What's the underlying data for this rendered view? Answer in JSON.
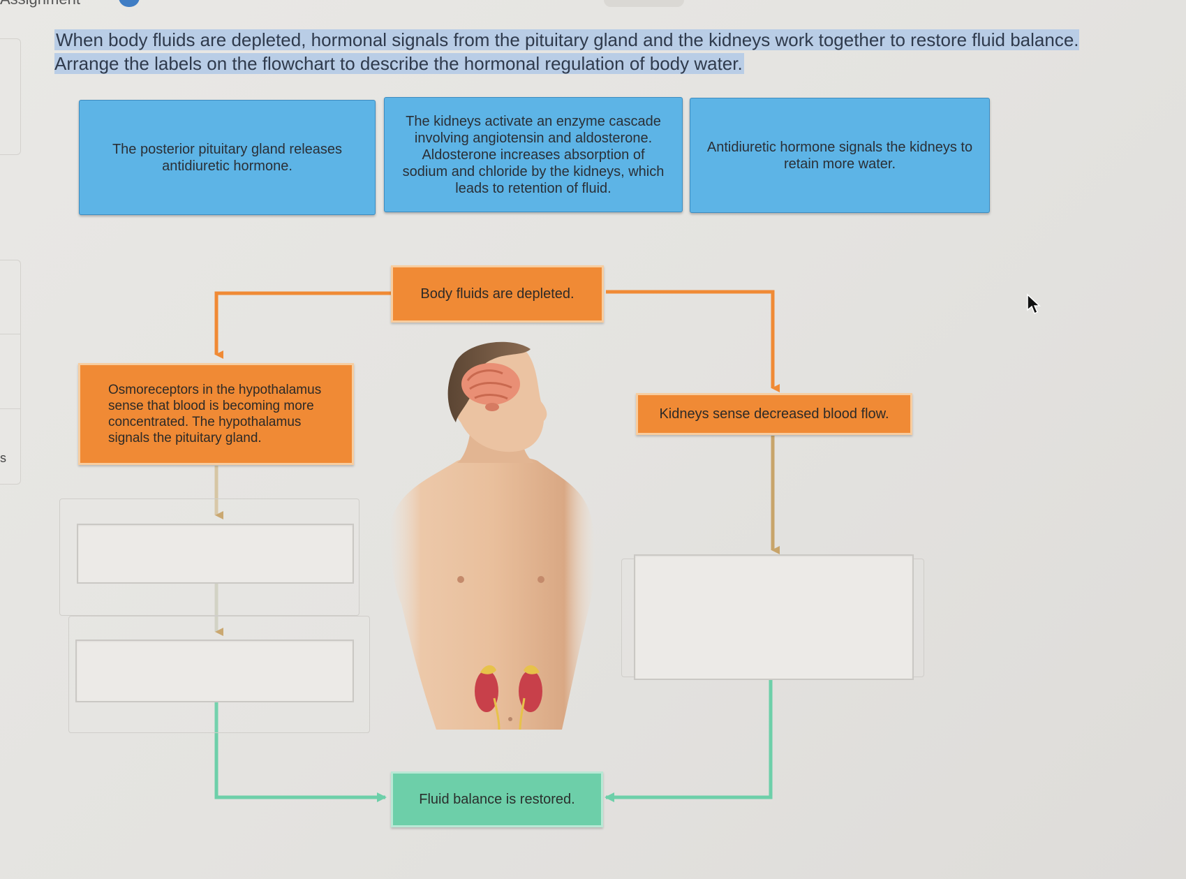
{
  "header": {
    "title": "Assignment"
  },
  "sidebar": {
    "letter": "s"
  },
  "question": {
    "text": "When body fluids are depleted, hormonal signals from the pituitary gland and the kidneys work together to restore fluid balance. Arrange the labels on the flowchart to describe the hormonal regulation of body water."
  },
  "labels": [
    {
      "text": "The posterior pituitary gland releases antidiuretic hormone."
    },
    {
      "text": "The kidneys activate an enzyme cascade involving angiotensin and aldosterone. Aldosterone increases absorption of sodium and chloride by the kidneys, which leads to retention of fluid."
    },
    {
      "text": "Antidiuretic hormone signals the kidneys to retain more water."
    }
  ],
  "flowchart": {
    "start": "Body fluids are depleted.",
    "left_step": "Osmoreceptors in the hypothalamus sense that blood is becoming more concentrated. The hypothalamus signals the pituitary gland.",
    "right_step": "Kidneys sense decreased blood flow.",
    "end": "Fluid balance is restored."
  },
  "colors": {
    "label_blue": "#5db4e6",
    "flow_orange": "#f08a35",
    "flow_green": "#6dcfa9",
    "arrow_tan": "#c8a46a"
  }
}
